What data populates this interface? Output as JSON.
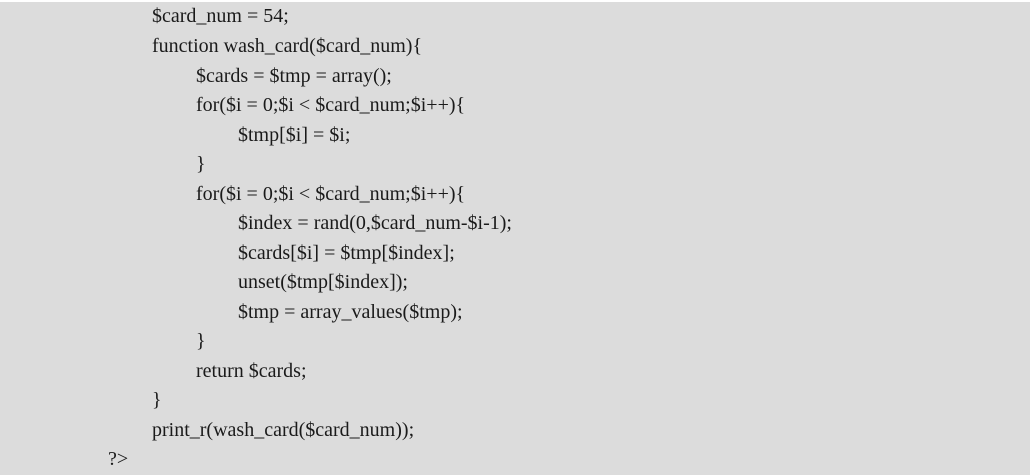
{
  "code": {
    "lines": [
      "$card_num = 54;",
      "function wash_card($card_num){",
      "$cards = $tmp = array();",
      "for($i = 0;$i < $card_num;$i++){",
      "$tmp[$i] = $i;",
      "}",
      "for($i = 0;$i < $card_num;$i++){",
      "$index = rand(0,$card_num-$i-1);",
      "$cards[$i] = $tmp[$index];",
      "unset($tmp[$index]);",
      "$tmp = array_values($tmp);",
      "}",
      "return $cards;",
      "}",
      "print_r(wash_card($card_num));",
      "?>"
    ]
  }
}
